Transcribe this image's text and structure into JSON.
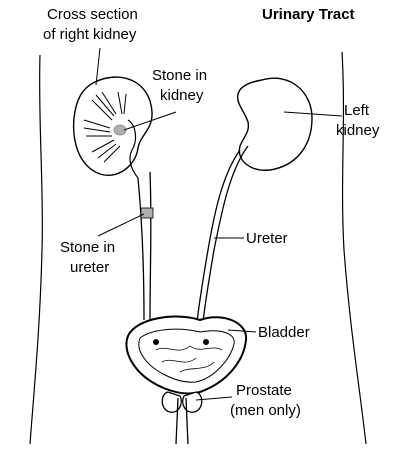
{
  "title": "Urinary Tract",
  "labels": {
    "cross_section_line1": "Cross section",
    "cross_section_line2": "of right kidney",
    "stone_kidney_line1": "Stone in",
    "stone_kidney_line2": "kidney",
    "left_kidney_line1": "Left",
    "left_kidney_line2": "kidney",
    "stone_ureter_line1": "Stone in",
    "stone_ureter_line2": "ureter",
    "ureter": "Ureter",
    "bladder": "Bladder",
    "prostate_line1": "Prostate",
    "prostate_line2": "(men only)"
  },
  "colors": {
    "line": "#000000",
    "stone": "#b0b0b0",
    "fill": "#ffffff"
  }
}
